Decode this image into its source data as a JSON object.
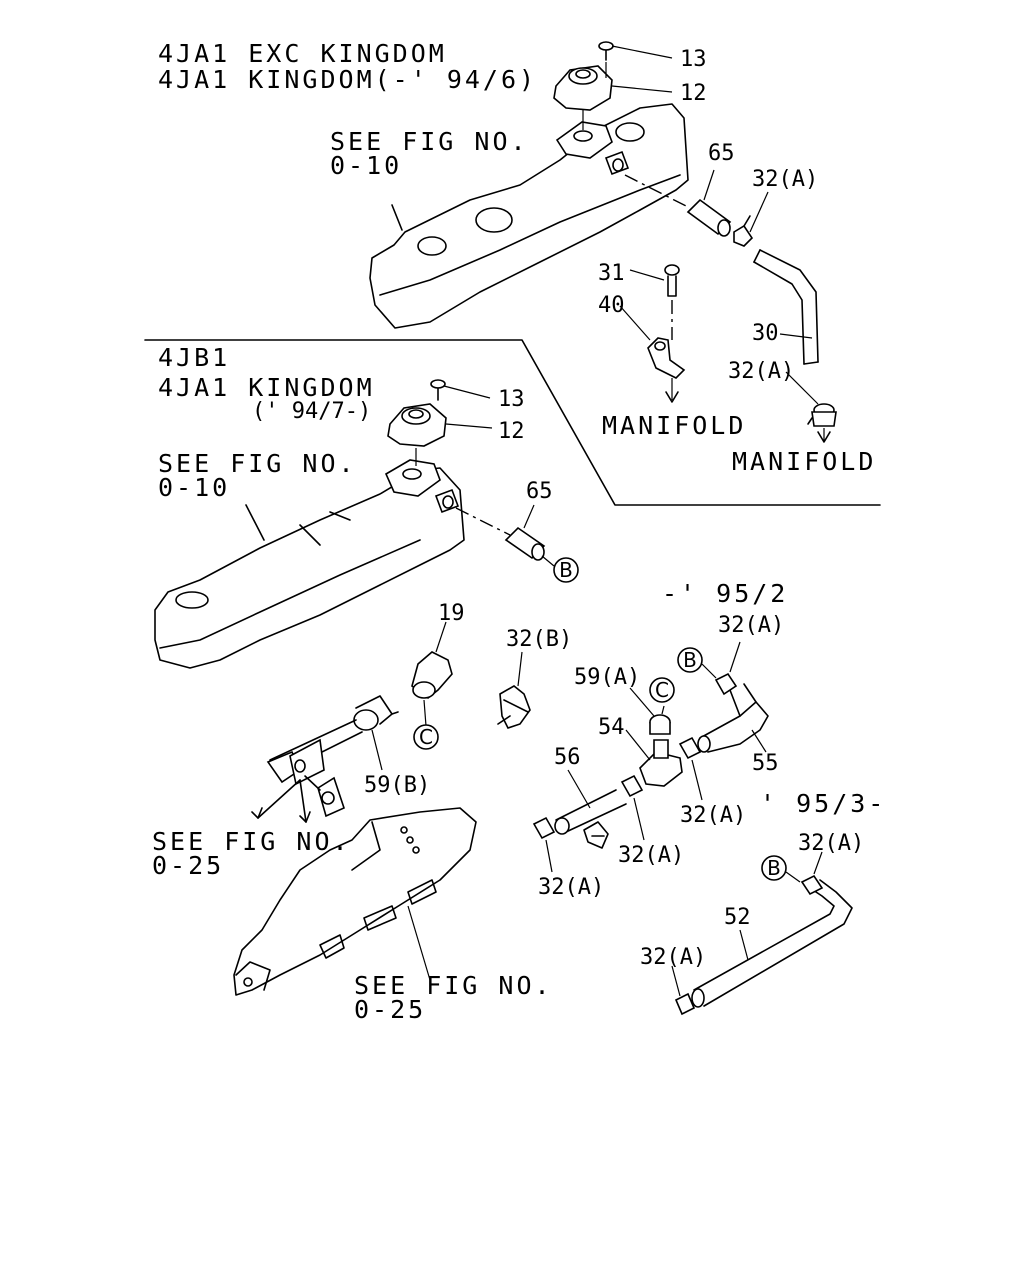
{
  "headings": {
    "top_line1": "4JA1 EXC KINGDOM",
    "top_line2": "4JA1 KINGDOM(-' 94/6)",
    "mid_line1": "4JB1",
    "mid_line2": "4JA1 KINGDOM",
    "mid_line3": "(' 94/7-)",
    "range_early": "-' 95/2",
    "range_late": "' 95/3-"
  },
  "references": {
    "see_fig_top": "SEE FIG NO.",
    "see_fig_top_no": "0-10",
    "see_fig_mid": "SEE FIG NO.",
    "see_fig_mid_no": "0-10",
    "see_fig_exh1": "SEE FIG NO.",
    "see_fig_exh1_no": "0-25",
    "see_fig_exh2": "SEE FIG NO.",
    "see_fig_exh2_no": "0-25"
  },
  "destinations": {
    "manifold_1": "MANIFOLD",
    "manifold_2": "MANIFOLD"
  },
  "connectors": {
    "b1": "B",
    "b2": "B",
    "b3": "B",
    "c1": "C",
    "c2": "C"
  },
  "part_numbers": {
    "p13_top": "13",
    "p12_top": "12",
    "p65_top": "65",
    "p32a_top": "32(A)",
    "p31": "31",
    "p40": "40",
    "p30": "30",
    "p32a_30": "32(A)",
    "p13_mid": "13",
    "p12_mid": "12",
    "p65_mid": "65",
    "p19": "19",
    "p59b": "59(B)",
    "p32b": "32(B)",
    "p59a": "59(A)",
    "p54": "54",
    "p56": "56",
    "p55": "55",
    "p32a_55": "32(A)",
    "p32a_54r": "32(A)",
    "p32a_54l": "32(A)",
    "p32a_56": "32(A)",
    "p52": "52",
    "p32a_52top": "32(A)",
    "p32a_52bot": "32(A)"
  }
}
